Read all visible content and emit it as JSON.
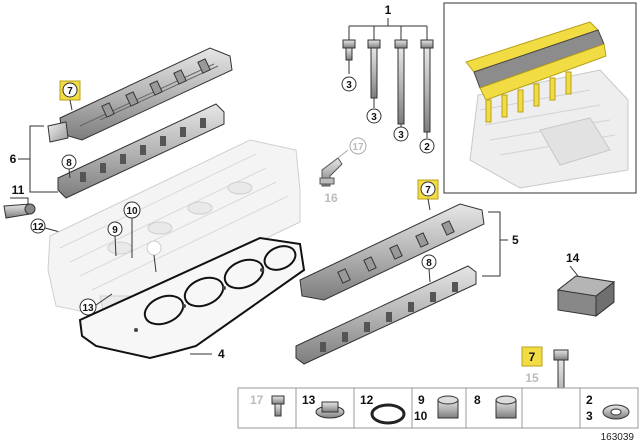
{
  "diagram": {
    "id_number": "163039",
    "highlight_color": "#f2dc44",
    "callouts": {
      "c1": "1",
      "c2_bolt": "2",
      "c3_a": "3",
      "c3_b": "3",
      "c3_c": "3",
      "c4": "4",
      "c5": "5",
      "c6": "6",
      "c7_top": "7",
      "c7_mid": "7",
      "c7_legend": "7",
      "c8_top": "8",
      "c8_mid": "8",
      "c9": "9",
      "c10": "10",
      "c11": "11",
      "c12": "12",
      "c13": "13",
      "c14": "14",
      "c15": "15",
      "c16": "16",
      "c17": "17"
    },
    "legend": {
      "cell_17": "17",
      "cell_13": "13",
      "cell_12": "12",
      "cell_9": "9",
      "cell_10": "10",
      "cell_8": "8",
      "cell_2": "2",
      "cell_3": "3"
    }
  }
}
